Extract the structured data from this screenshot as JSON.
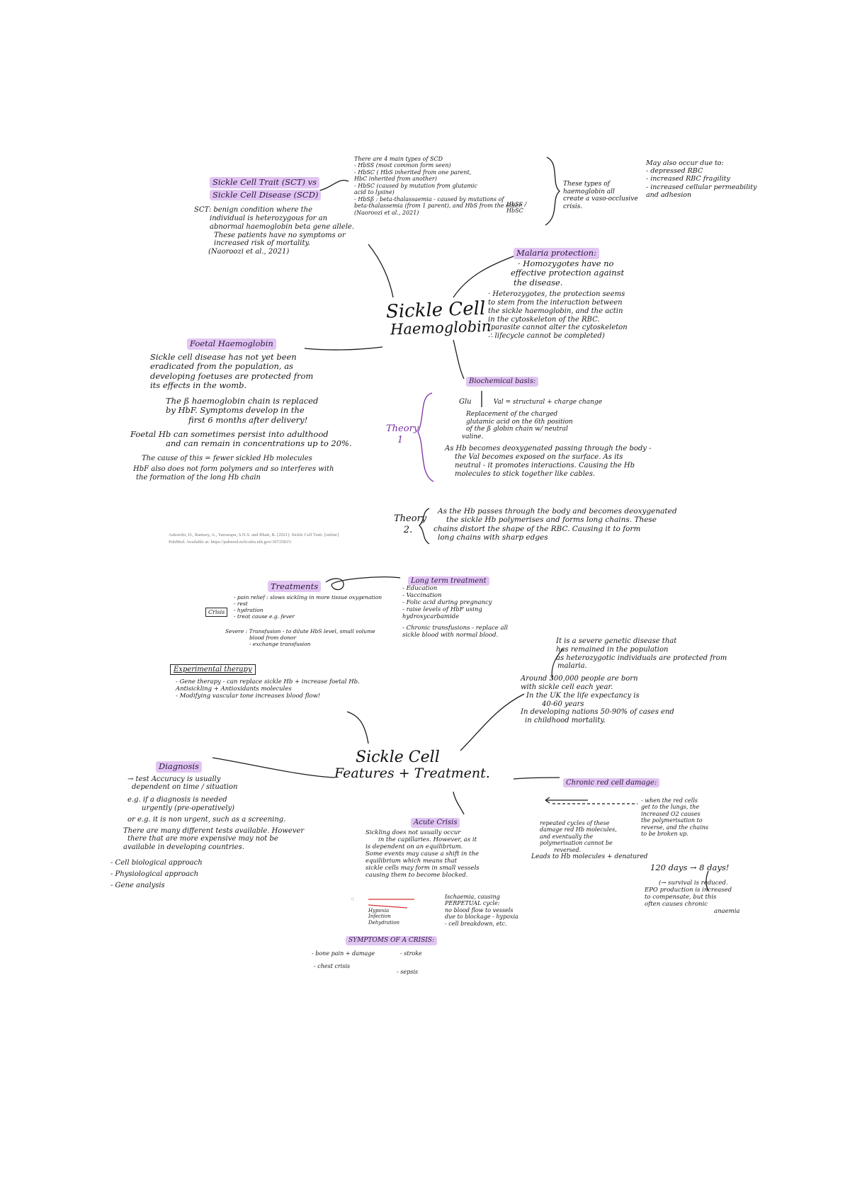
{
  "center": {
    "title1": "Sickle Cell",
    "title2": "Haemoglobin"
  },
  "sct": {
    "heading1": "Sickle Cell Trait (SCT) vs",
    "heading2": "Sickle Cell Disease (SCD)",
    "lines": [
      "SCT: benign condition where the",
      "individual is heterozygous for an",
      "abnormal haemoglobin beta gene allele.",
      "These patients have no symptoms or",
      "increased risk of mortality.",
      "(Naoroozi et al., 2021)"
    ]
  },
  "scd_types": {
    "lines": [
      "There are 4 main types of SCD",
      "- HbSS (most common form seen)",
      "- HbSC ( HbS inherited from one parent,",
      "   HbC inherited from another)",
      "- HbSC (caused by mutation from glutamic",
      "   acid to lysine)",
      "- HbSß : beta-thalassaemia - caused by mutations of",
      "   beta-thalassemia (from 1 parent), and HbS from the other.",
      "(Naoroozi et al., 2021)"
    ],
    "side_note": "HbSS / HbSC",
    "summary": [
      "These types of",
      "haemoglobin all",
      "create a vaso-occlusive",
      "crisis."
    ],
    "also": [
      "May also occur due to:",
      "- depressed RBC",
      "- increased RBC fragility",
      "- increased cellular permeability",
      "   and adhesion"
    ]
  },
  "malaria": {
    "heading": "Malaria protection:",
    "lines": [
      "· Homozygotes have no",
      "  effective protection against",
      "  the disease.",
      "· Heterozygotes, the protection seems",
      "  to stem from the interaction between",
      "  the sickle haemoglobin, and the actin",
      "  in the cytoskeleton of the RBC.",
      "  (parasite cannot alter the cytoskeleton",
      "   ∴ lifecycle cannot be completed)"
    ]
  },
  "foetal": {
    "heading": "Foetal Haemoglobin",
    "lines": [
      "Sickle cell disease has not yet been",
      "eradicated from the population, as",
      "developing foetuses are protected from",
      "its effects in the womb.",
      "The ß haemoglobin chain is replaced",
      "by HbF. Symptoms develop in the",
      "first 6 months after delivery!",
      "Foetal Hb can sometimes persist into adulthood",
      "and can remain in concentrations up to 20%.",
      "The cause of this = fewer sickled Hb molecules",
      "HbF also does not form polymers and so interferes with",
      "the formation of the long Hb chain"
    ],
    "reference1": "Ashorobi, D., Ramsey, A., Yarrarapu, S.N.S. and Bhatt, R. (2021). Sickle Cell Trait. [online]",
    "reference2": "PubMed. Available at: https://pubmed.ncbi.nlm.nih.gov/30725815/"
  },
  "biochem": {
    "heading": "Biochemical basis:",
    "glu": "Glu",
    "val": "Val = structural + charge change",
    "theory1_label": "Theory 1",
    "theory1": [
      "Replacement of the charged",
      "glutamic acid on the 6th position",
      "of the ß globin chain w/ neutral",
      "valine.",
      "As Hb becomes deoxygenated passing through the body -",
      "the Val becomes exposed on the surface. As its",
      "neutral - it promotes interactions. Causing the Hb",
      "molecules to stick together like cables."
    ],
    "theory2_label": "Theory 2.",
    "theory2": [
      "As the Hb passes through the body and becomes deoxygenated",
      "the sickle Hb polymerises and forms long chains. These",
      "chains distort the shape of the RBC. Causing it to form",
      "long chains with sharp edges"
    ]
  },
  "features": {
    "title1": "Sickle Cell",
    "title2": "Features + Treatment."
  },
  "treatments": {
    "heading": "Treatments",
    "crisis_label": "Crisis",
    "crisis": [
      "- pain relief : slows sickling in more tissue oxygenation",
      "- rest",
      "- hydration",
      "- treat cause e.g. fever"
    ],
    "severe": "Severe : Transfusion - to dilute HbS level, small volume",
    "severe2": "blood from donor",
    "severe3": "- exchange transfusion",
    "long_term_heading": "Long term treatment",
    "long_term": [
      "- Education",
      "- Vaccination",
      "- Folic acid during pregnancy",
      "- raise levels of HbF using",
      "  hydroxycarbamide",
      "- Chronic transfusions - replace all",
      "  sickle blood with normal blood."
    ],
    "experimental_heading": "Experimental therapy",
    "experimental": [
      "- Gene therapy - can replace sickle Hb + increase foetal Hb.",
      "  Antisickling + Antioxidants molecules",
      "- Modifying vascular tone increases blood flow!"
    ]
  },
  "epidemiology": {
    "lines": [
      "It is a severe genetic disease that",
      "has remained in the population",
      "as heterozygotic individuals are protected from",
      "malaria.",
      "Around 300,000 people are born",
      "with sickle cell each year.",
      "In the UK the life expectancy is",
      "40-60 years",
      "In developing nations 50-90% of cases end",
      "in childhood mortality."
    ]
  },
  "diagnosis": {
    "heading": "Diagnosis",
    "lines": [
      "→ test Accuracy is usually",
      "   dependent on time / situation",
      "e.g. if a diagnosis is needed",
      "   urgently (pre-operatively)",
      "or e.g. it is non urgent, such as a screening.",
      "There are many different tests available. However",
      "there that are more expensive may not be",
      "available in developing countries."
    ],
    "approaches": [
      "- Cell biological approach",
      "- Physiological approach",
      "- Gene analysis"
    ]
  },
  "acute": {
    "heading": "Acute Crisis",
    "lines": [
      "Sickling does not usually occur",
      "in the capillaries. However, as it",
      "is dependent on an equilibrium.",
      "Some events may cause a shift in the",
      "equilibrium which means that",
      "sickle cells may form in small vessels",
      "causing them to become blocked."
    ],
    "factors": [
      "Hypoxia",
      "Infection",
      "Dehydration"
    ],
    "result": [
      "Ischaemia, causing",
      "PERPETUAL cycle:",
      "no blood flow to vessels",
      "due to blockage - hypoxia",
      "- cell breakdown, etc."
    ],
    "symptoms_heading": "SYMPTOMS OF A CRISIS:",
    "symptoms": [
      "- bone pain + damage",
      "- stroke",
      "- chest crisis",
      "- sepsis"
    ]
  },
  "chronic": {
    "heading": "Chronic red cell damage:",
    "left": [
      "repeated cycles of these",
      "damage red Hb molecules,",
      "and eventually the",
      "polymerisation cannot be",
      "reversed.",
      "Leads to Hb molecules + denatured"
    ],
    "right": [
      "- when the red cells",
      "  get to the lungs, the",
      "  increased O2 causes",
      "  the polymerisation to",
      "  reverse, and the chains",
      "  to be broken up."
    ],
    "lifespan": "120 days → 8 days!",
    "lifespan_note": [
      "(→ survival is reduced.",
      "EPO production is increased",
      "to compensate, but this",
      "often causes chronic",
      "anaemia"
    ]
  }
}
